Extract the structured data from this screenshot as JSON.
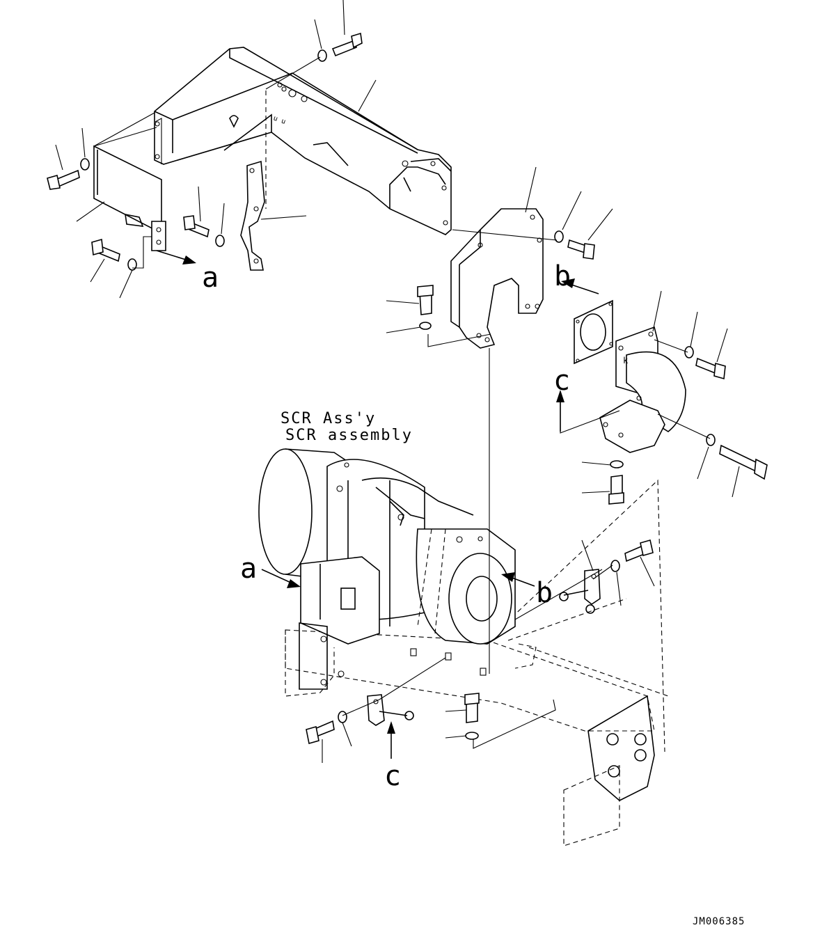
{
  "diagram": {
    "caption_line1": "SCR Ass'y",
    "caption_line2": "SCR assembly",
    "ref_labels": [
      "a",
      "b",
      "c"
    ],
    "drawing_code": "JM006385"
  }
}
